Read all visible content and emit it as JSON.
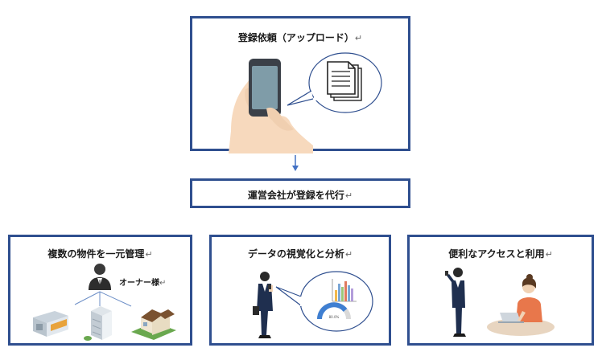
{
  "upload": {
    "title": "登録依頼（アップロード）"
  },
  "agency": {
    "title": "運営会社が登録を代行"
  },
  "boxes": [
    {
      "title": "複数の物件を一元管理",
      "owner_label": "オーナー様"
    },
    {
      "title": "データの視覚化と分析",
      "gauge_label": "80.0%"
    },
    {
      "title": "便利なアクセスと利用"
    }
  ],
  "return_mark": "↵",
  "colors": {
    "border": "#2f4f8f",
    "arrow": "#4472c4",
    "skin": "#f7d9bd",
    "phone": "#3b4048"
  },
  "icons": [
    "smartphone-hand-icon",
    "document-stack-icon",
    "arrow-down-icon",
    "businessman-icon",
    "building-icon",
    "bar-chart-icon",
    "gauge-icon",
    "woman-laptop-icon"
  ]
}
